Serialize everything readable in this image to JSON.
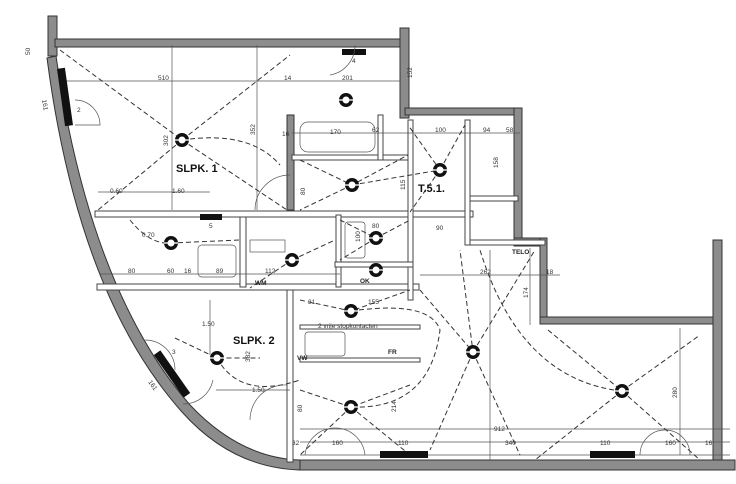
{
  "rooms": {
    "slpk1": "SLPK. 1",
    "slpk2": "SLPK. 2",
    "t51": "T.5.1."
  },
  "labels": {
    "wm": "WM",
    "vw": "VW",
    "fr": "FR",
    "ok": "OK",
    "telo": "TELO",
    "sockets": "2 vrije stopkontacten"
  },
  "dims": [
    "510",
    "14",
    "201",
    "4",
    "152",
    "50",
    "161",
    "2",
    "302",
    "352",
    "0.60",
    "1.60",
    "16",
    "170",
    "62",
    "100",
    "94",
    "58",
    "158",
    "115",
    "80",
    "0.70",
    "5",
    "80",
    "60",
    "16",
    "89",
    "112",
    "262",
    "18",
    "174",
    "1.50",
    "1.50",
    "382",
    "155",
    "31",
    "80",
    "214",
    "32",
    "160",
    "110",
    "912",
    "340",
    "110",
    "160",
    "16",
    "280",
    "3",
    "161",
    "90",
    "80",
    "100"
  ],
  "colors": {
    "wall": "#8c8c8c",
    "line": "#333333",
    "window": "#111111"
  }
}
